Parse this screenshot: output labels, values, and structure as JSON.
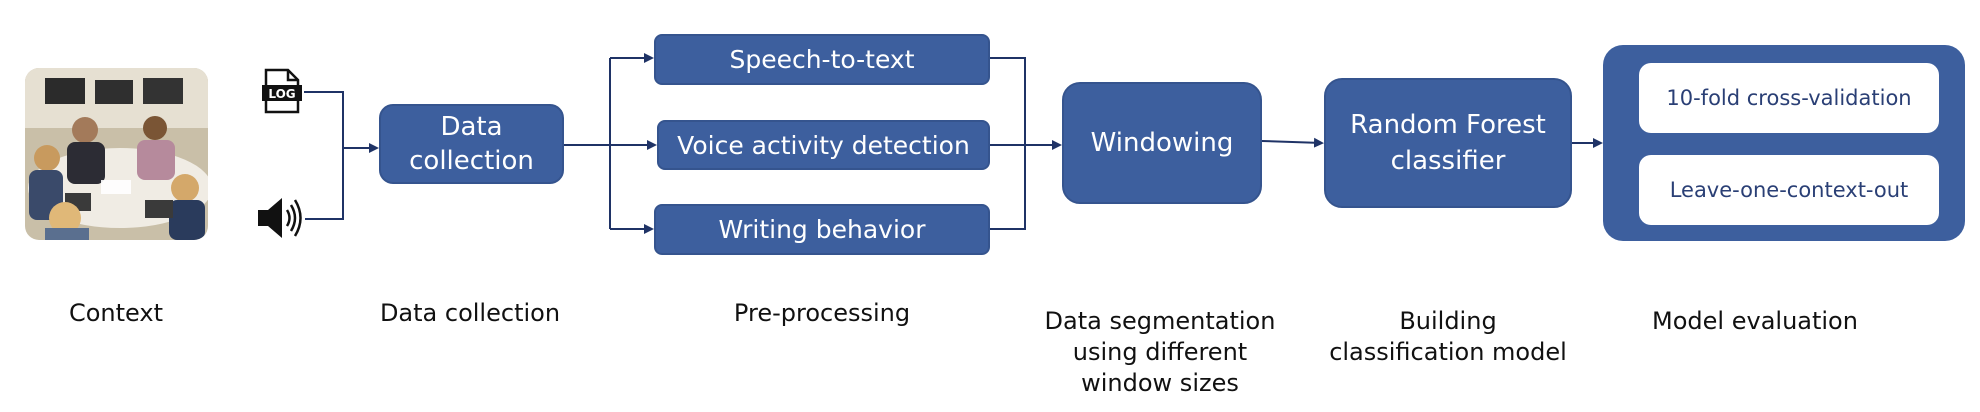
{
  "diagram": {
    "boxes": {
      "data_collection": "Data\ncollection",
      "speech_to_text": "Speech-to-text",
      "voice_activity_detection": "Voice activity detection",
      "writing_behavior": "Writing behavior",
      "windowing": "Windowing",
      "random_forest": "Random Forest\nclassifier"
    },
    "evaluation": {
      "items": [
        "10-fold cross-validation",
        "Leave-one-context-out"
      ]
    },
    "icons": {
      "log_icon_text": "LOG",
      "log_icon": "log-file-icon",
      "audio_icon": "speaker-icon",
      "context_photo": "classroom-photo"
    },
    "stages": {
      "context": "Context",
      "data_collection": "Data collection",
      "preprocessing": "Pre-processing",
      "segmentation": "Data segmentation\nusing different\nwindow sizes",
      "building": "Building\nclassification model",
      "evaluation": "Model evaluation"
    },
    "colors": {
      "box_fill": "#3d5f9e",
      "arrow": "#1f3366",
      "text_dark": "#111111"
    }
  }
}
